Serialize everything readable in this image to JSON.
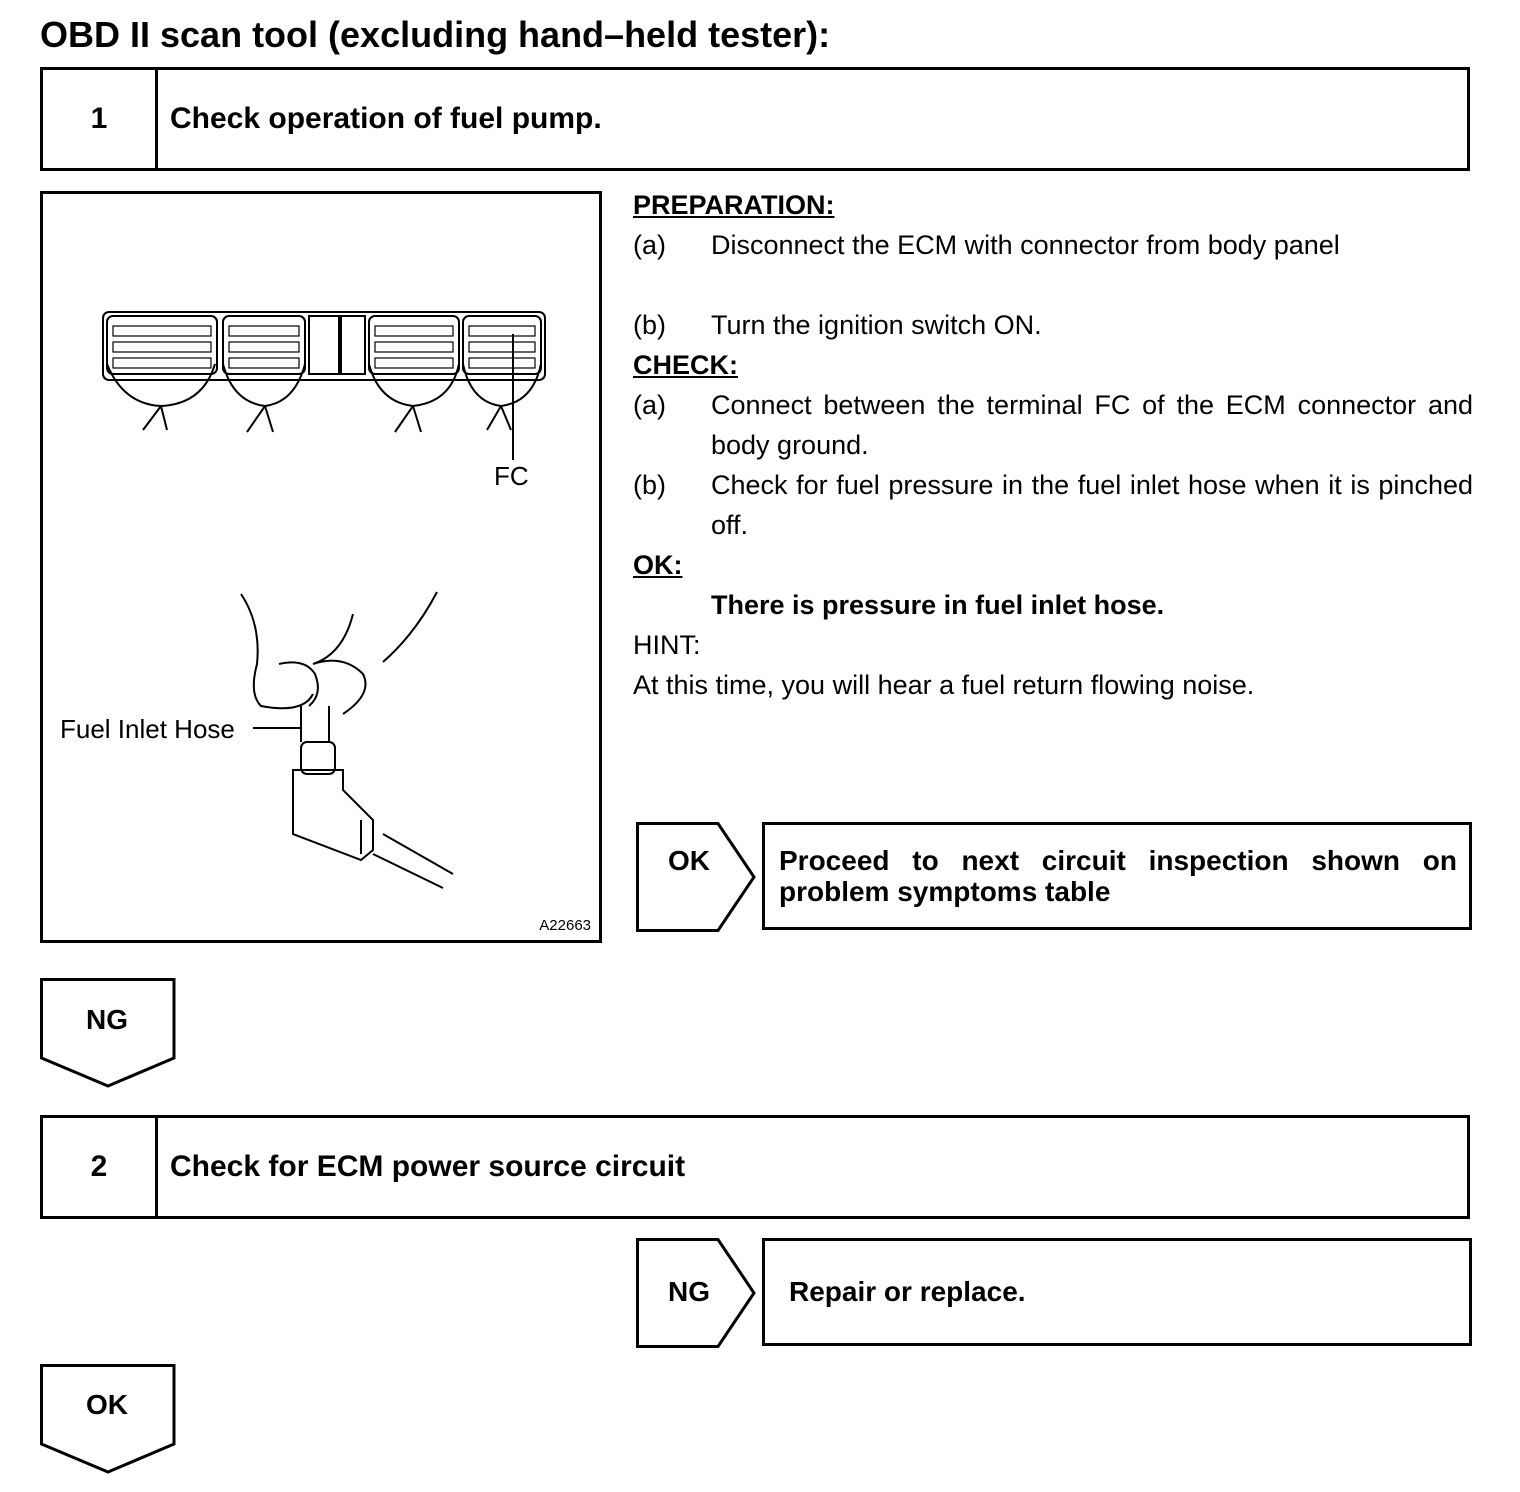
{
  "title": "OBD II scan tool (excluding hand–held tester):",
  "step1": {
    "number": "1",
    "text": "Check operation of fuel pump."
  },
  "figure": {
    "label_fc": "FC",
    "label_hose": "Fuel Inlet Hose",
    "code": "A22663"
  },
  "preparation": {
    "heading": "PREPARATION:",
    "items": [
      {
        "label": "(a)",
        "text": "Disconnect the ECM with connector from body panel"
      },
      {
        "label": "(b)",
        "text": "Turn the ignition switch ON."
      }
    ]
  },
  "check": {
    "heading": "CHECK:",
    "items": [
      {
        "label": "(a)",
        "text": "Connect between the terminal FC of the ECM connector and body ground."
      },
      {
        "label": "(b)",
        "text": "Check for fuel pressure in the fuel inlet hose when it is pinched off."
      }
    ]
  },
  "ok": {
    "heading": "OK:",
    "text": "There is pressure in fuel inlet hose."
  },
  "hint": {
    "heading": "HINT:",
    "text": "At this time, you will hear a fuel return flowing noise."
  },
  "result1": {
    "arrow": "OK",
    "text": "Proceed to next circuit inspection shown on problem symptoms table"
  },
  "down1": {
    "label": "NG"
  },
  "step2": {
    "number": "2",
    "text": "Check for ECM power source circuit"
  },
  "result2": {
    "arrow": "NG",
    "text": "Repair or replace."
  },
  "down2": {
    "label": "OK"
  }
}
